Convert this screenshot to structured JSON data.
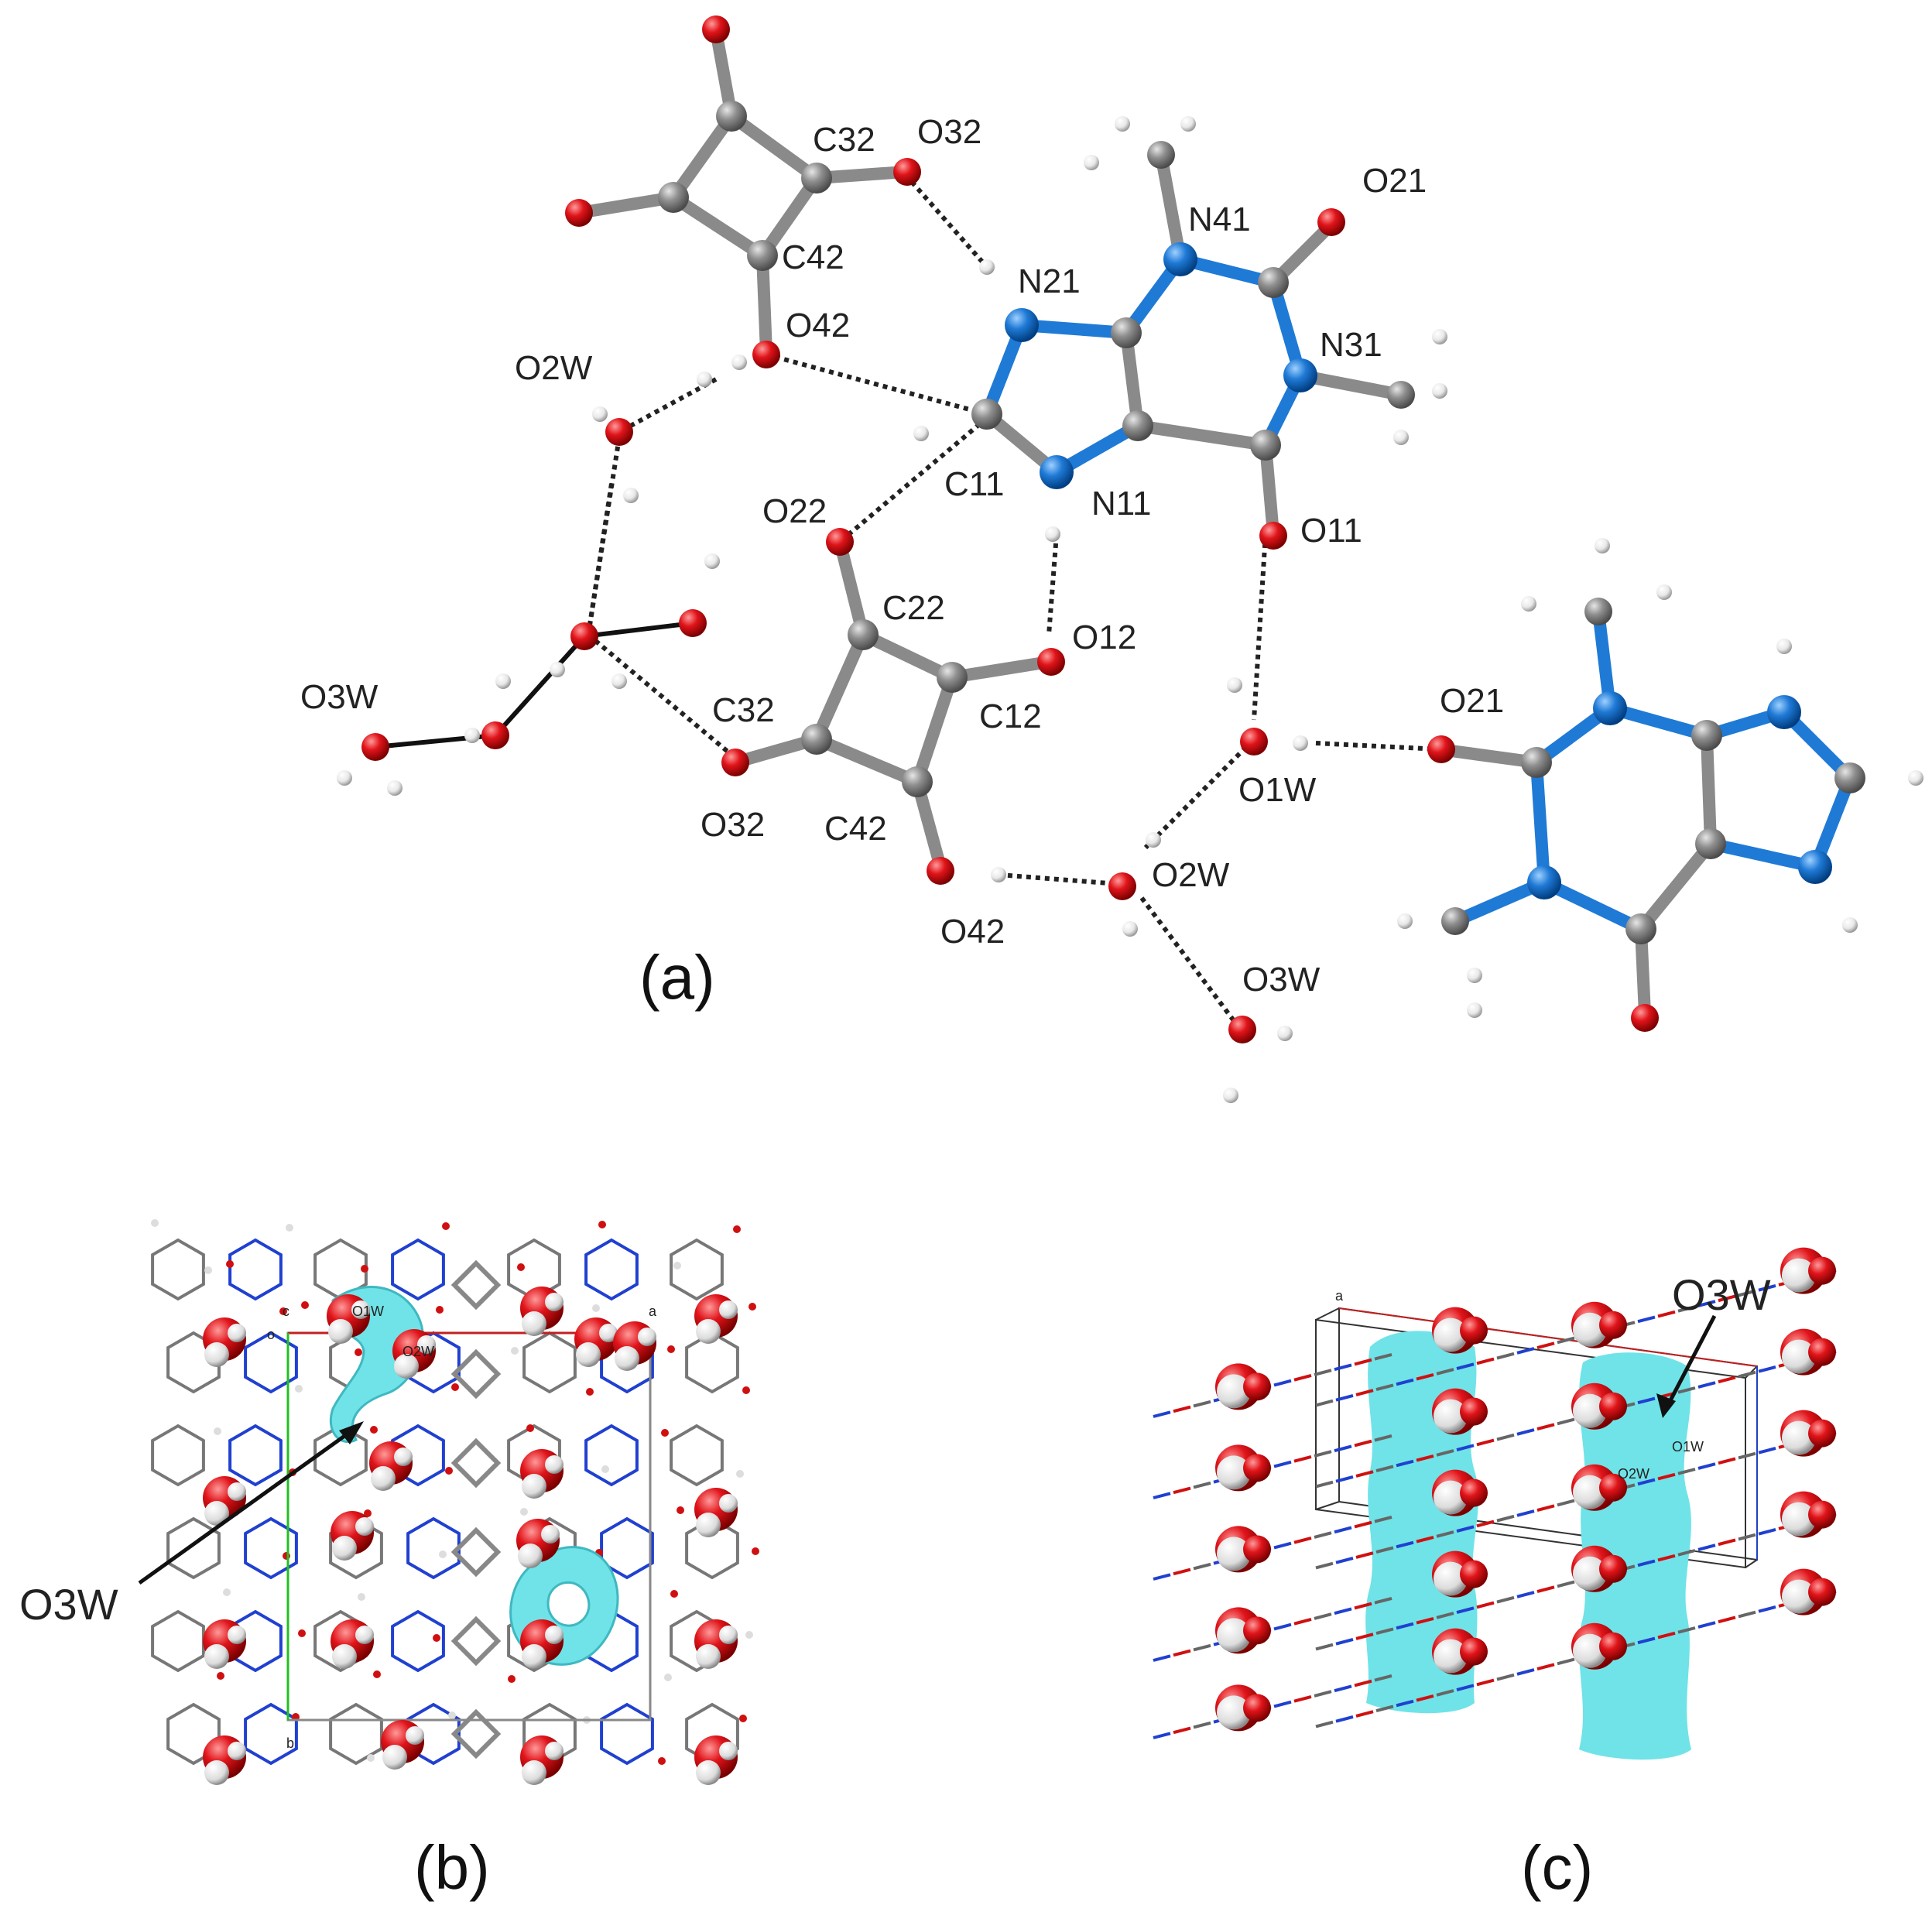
{
  "panels": {
    "a": {
      "label": "(a)",
      "atom_labels": [
        "C32",
        "O32",
        "O21",
        "N41",
        "C42",
        "N21",
        "O42",
        "N31",
        "O2W",
        "C11",
        "N11",
        "O22",
        "O11",
        "C22",
        "O12",
        "O3W",
        "C32",
        "C12",
        "O21",
        "O32",
        "C42",
        "O1W",
        "O2W",
        "O42",
        "O3W"
      ]
    },
    "b": {
      "label": "(b)",
      "arrow_label": "O3W",
      "cell_labels": [
        "c",
        "o",
        "a",
        "b"
      ],
      "inline_labels": [
        "O1W",
        "O2W"
      ]
    },
    "c": {
      "label": "(c)",
      "arrow_label": "O3W",
      "cell_labels": [
        "a"
      ],
      "inline_labels": [
        "O1W",
        "O2W"
      ]
    }
  },
  "colors": {
    "carbon": "#8a8a8a",
    "nitrogen": "#1f7ad6",
    "oxygen": "#e0141a",
    "hydrogen": "#f0f0f0",
    "void": "#6fe3e8"
  }
}
